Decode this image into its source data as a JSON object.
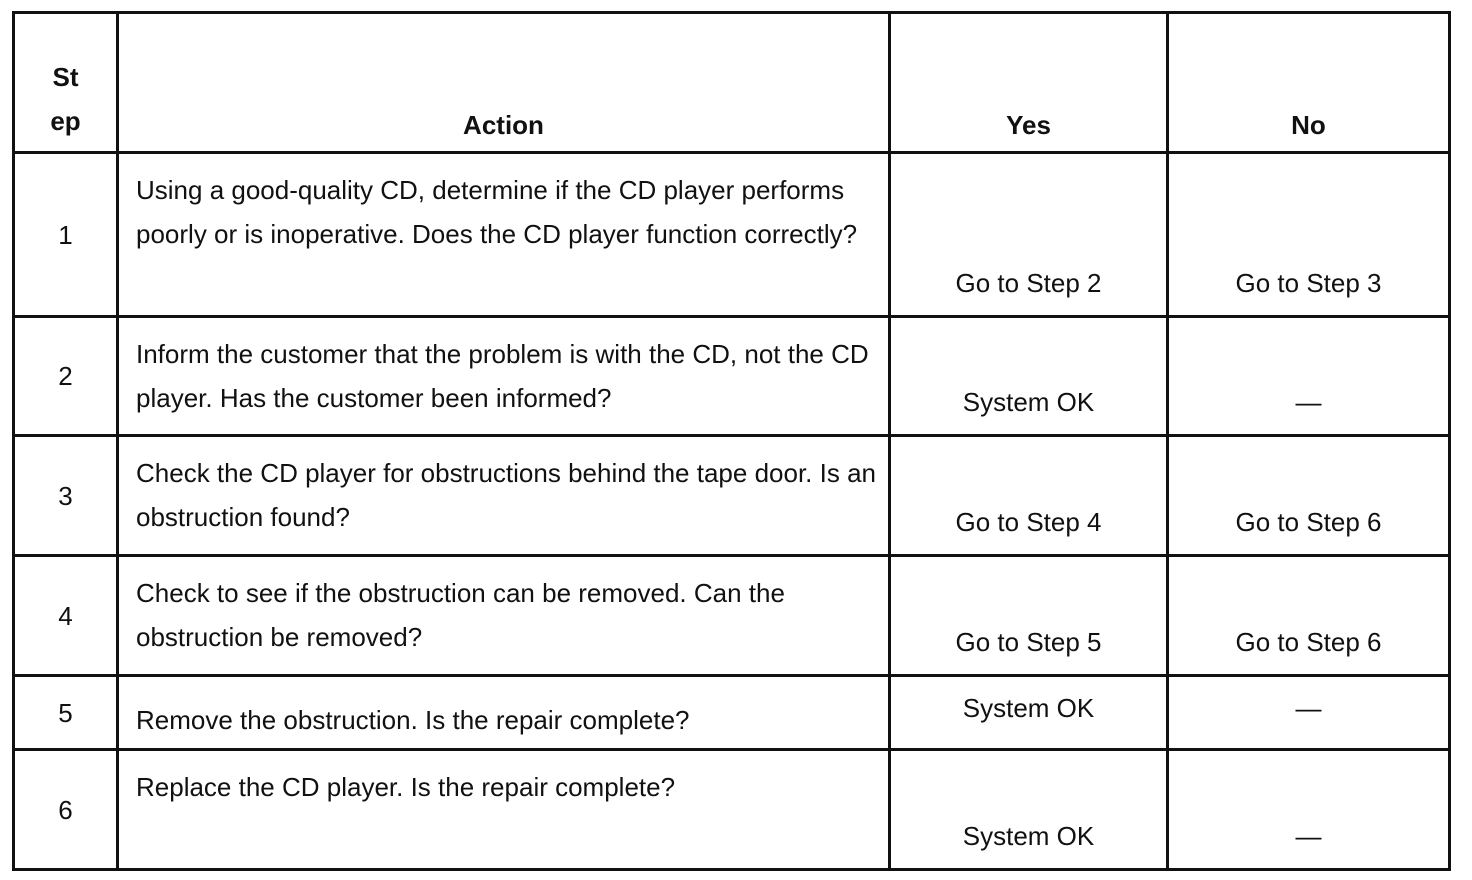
{
  "table": {
    "headers": {
      "step": "St ep",
      "step_line1": "St",
      "step_line2": "ep",
      "action": "Action",
      "yes": "Yes",
      "no": "No"
    },
    "rows": [
      {
        "step": "1",
        "action": "Using a good-quality CD, determine if the CD player performs poorly or is inoperative. Does the CD player function correctly?",
        "yes": "Go to Step 2",
        "no": "Go to Step 3"
      },
      {
        "step": "2",
        "action": "Inform the customer that the problem is with the CD, not the CD player. Has the customer been informed?",
        "yes": "System OK",
        "no": "—"
      },
      {
        "step": "3",
        "action": "Check the CD player for obstructions behind the tape door. Is an obstruction found?",
        "yes": "Go to Step 4",
        "no": "Go to Step 6"
      },
      {
        "step": "4",
        "action": "Check to see if the obstruction can be removed. Can the obstruction be removed?",
        "yes": "Go to Step 5",
        "no": "Go to Step 6"
      },
      {
        "step": "5",
        "action": "Remove the obstruction. Is the repair complete?",
        "yes": "System OK",
        "no": "—"
      },
      {
        "step": "6",
        "action": "Replace the CD player. Is the repair complete?",
        "yes": "System OK",
        "no": "—"
      }
    ]
  }
}
